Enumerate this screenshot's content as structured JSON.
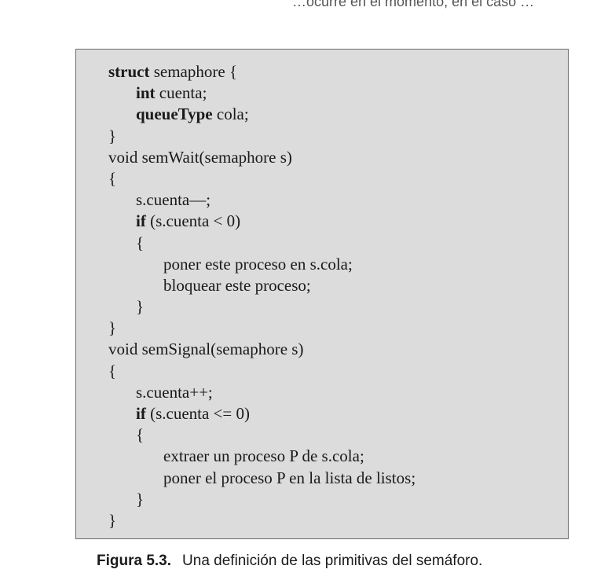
{
  "header_fragment": "…ocurre en el momento, en el caso …",
  "code": {
    "line1": {
      "kw": "struct",
      "rest": " semaphore {"
    },
    "line2": {
      "kw": "int",
      "rest": " cuenta;"
    },
    "line3": {
      "kw": "queueType",
      "rest": " cola;"
    },
    "line4": "}",
    "line5": "void semWait(semaphore s)",
    "line6": "{",
    "line7": "s.cuenta—;",
    "line8": {
      "kw": "if",
      "rest": " (s.cuenta < 0)"
    },
    "line9": "{",
    "line10": "poner este proceso en s.cola;",
    "line11": "bloquear este proceso;",
    "line12": "}",
    "line13": "}",
    "line14": "void semSignal(semaphore s)",
    "line15": "{",
    "line16": "s.cuenta++;",
    "line17": {
      "kw": "if",
      "rest": " (s.cuenta <= 0)"
    },
    "line18": "{",
    "line19": "extraer un proceso P de s.cola;",
    "line20": "poner el proceso P en la lista de listos;",
    "line21": "}",
    "line22": "}"
  },
  "caption": {
    "label": "Figura 5.3.",
    "text": "Una definición de las primitivas del semáforo."
  }
}
